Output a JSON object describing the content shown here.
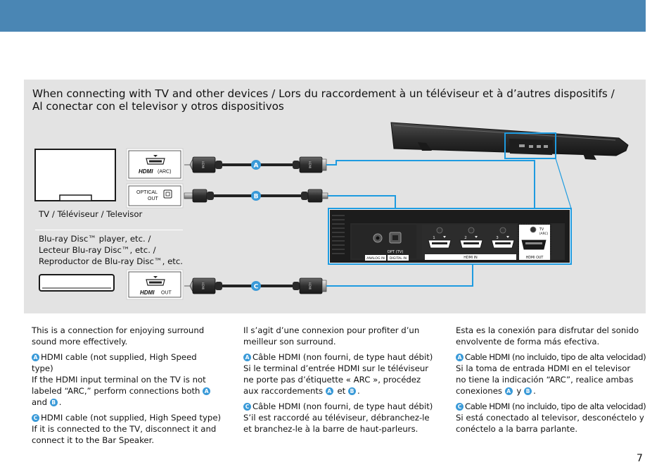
{
  "section_title": {
    "line1": "When connecting with TV and other devices / Lors du raccordement à un téléviseur et à d’autres dispositifs /",
    "line2": "Al conectar con el televisor y otros dispositivos"
  },
  "diagram": {
    "tv_label": "TV / Téléviseur / Televisor",
    "player_label": [
      "Blu-ray Disc™ player, etc. /",
      "Lecteur Blu-ray Disc™, etc. /",
      "Reproductor de Blu-ray Disc™, etc."
    ],
    "tv_hdmi_port": {
      "brand": "HDMI",
      "suffix": "(ARC)"
    },
    "tv_optical_port": {
      "line1": "OPTICAL",
      "line2": "OUT"
    },
    "player_hdmi_port": {
      "brand": "HDMI",
      "suffix": "OUT"
    },
    "connector_text": "HDMI",
    "cable_markers": [
      "A",
      "B",
      "C"
    ],
    "rear_panel": {
      "analog_in": "ANALOG IN",
      "opt_tv": "OPT (TV)",
      "digital_in": "DIGITAL IN",
      "hdmi_in": "HDMI IN",
      "hdmi_out": "HDMI OUT",
      "port_numbers": [
        "1",
        "2",
        "3"
      ],
      "tv_arc": [
        "TV",
        "(ARC)"
      ]
    },
    "accent_color": "#1e9be0",
    "marker_color": "#3a9ad8"
  },
  "columns": [
    {
      "intro": [
        "This is a connection for enjoying surround",
        "sound more effectively."
      ],
      "a_marker": "A",
      "a_cable": [
        "HDMI cable (not supplied, High Speed",
        "type)"
      ],
      "a_text_1": "If the HDMI input terminal on the TV is not",
      "a_text_2": "labeled “ARC,” perform connections both",
      "a_text_3": "and",
      "a_text_4": ".",
      "marker_a": "A",
      "marker_b": "B",
      "c_marker": "C",
      "c_cable": "HDMI cable (not supplied, High Speed type)",
      "c_text": [
        "If it is connected to the TV, disconnect it and",
        "connect it to the Bar Speaker."
      ]
    },
    {
      "intro": [
        "Il s’agit d’une connexion pour profiter d’un",
        "meilleur son surround."
      ],
      "a_marker": "A",
      "a_cable": "Câble HDMI (non fourni, de type haut débit)",
      "a_text": [
        "Si le terminal d’entrée HDMI sur le téléviseur",
        "ne porte pas d’étiquette « ARC », procédez"
      ],
      "a_text_3": "aux raccordements",
      "a_text_4": "et",
      "a_text_5": ".",
      "marker_a": "A",
      "marker_b": "B",
      "c_marker": "C",
      "c_cable": "Câble HDMI (non fourni, de type haut débit)",
      "c_text": [
        "S’il est raccordé au téléviseur, débranchez-le",
        "et branchez-le à la barre de haut-parleurs."
      ]
    },
    {
      "intro": [
        "Esta es la conexión para disfrutar del sonido",
        "envolvente de forma más efectiva."
      ],
      "a_marker": "A",
      "a_cable": "Cable HDMI (no incluido, tipo de alta velocidad)",
      "a_text": [
        "Si la toma de entrada HDMI en el televisor",
        "no tiene la indicación “ARC”, realice ambas"
      ],
      "a_text_3": "conexiones",
      "a_text_4": "y",
      "a_text_5": ".",
      "marker_a": "A",
      "marker_b": "B",
      "c_marker": "C",
      "c_cable": "Cable HDMI (no incluido, tipo de alta velocidad)",
      "c_text": [
        "Si está conectado al televisor, desconéctelo y",
        "conéctelo a la barra parlante."
      ]
    }
  ],
  "page_number": "7"
}
